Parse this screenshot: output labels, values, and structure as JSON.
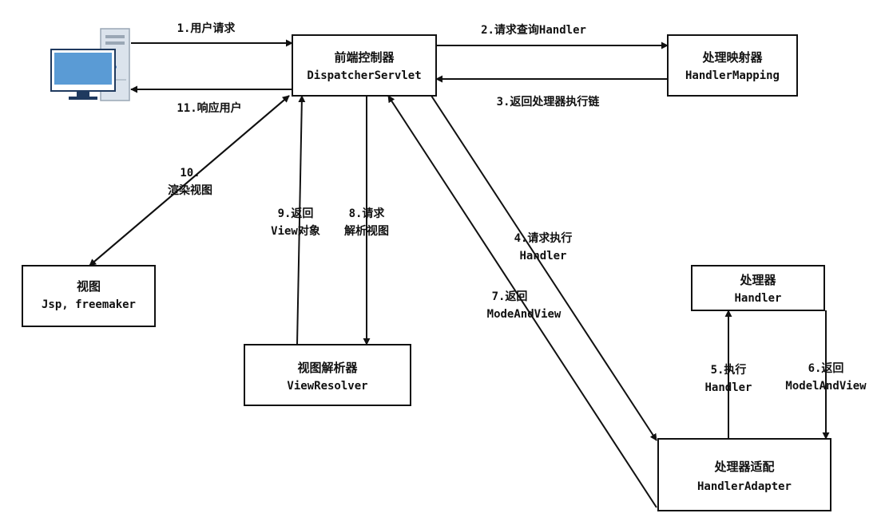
{
  "nodes": {
    "dispatcher": {
      "title": "前端控制器",
      "subtitle": "DispatcherServlet"
    },
    "handler_mapping": {
      "title": "处理映射器",
      "subtitle": "HandlerMapping"
    },
    "view": {
      "title": "视图",
      "subtitle": "Jsp, freemaker"
    },
    "handler": {
      "title": "处理器",
      "subtitle": "Handler"
    },
    "view_resolver": {
      "title": "视图解析器",
      "subtitle": "ViewResolver"
    },
    "handler_adapter": {
      "title": "处理器适配",
      "subtitle": "HandlerAdapter"
    }
  },
  "client": {
    "icon": "computer-icon"
  },
  "edges": {
    "e1": {
      "line1": "1.用户请求"
    },
    "e2": {
      "line1": "2.请求查询Handler"
    },
    "e3": {
      "line1": "3.返回处理器执行链"
    },
    "e4": {
      "line1": "4.请求执行",
      "line2": "Handler"
    },
    "e5": {
      "line1": "5.执行",
      "line2": "Handler"
    },
    "e6": {
      "line1": "6.返回",
      "line2": "ModelAndView"
    },
    "e7": {
      "line1": "7.返回",
      "line2": "ModeAndView"
    },
    "e8": {
      "line1": "8.请求",
      "line2": "解析视图"
    },
    "e9": {
      "line1": "9.返回",
      "line2": "View对象"
    },
    "e10": {
      "line1": "10.",
      "line2": "渲染视图"
    },
    "e11": {
      "line1": "11.响应用户"
    }
  },
  "colors": {
    "stroke": "#111111",
    "background": "#ffffff",
    "monitor_screen": "#5a9bd5",
    "tower": "#cfd8e3"
  }
}
